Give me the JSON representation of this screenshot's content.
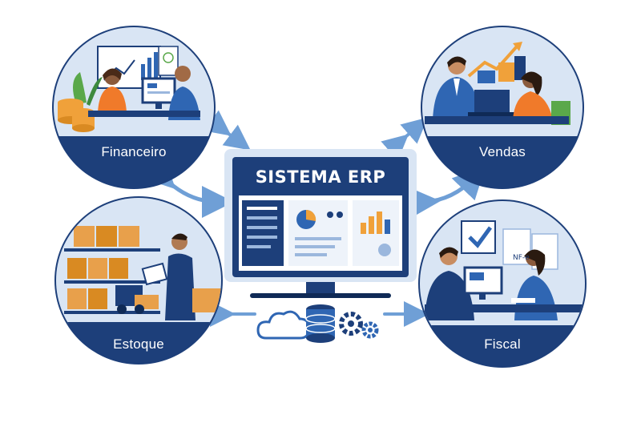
{
  "center": {
    "title": "SISTEMA ERP"
  },
  "modules": {
    "financeiro": {
      "label": "Financeiro"
    },
    "vendas": {
      "label": "Vendas"
    },
    "estoque": {
      "label": "Estoque"
    },
    "fiscal": {
      "label": "Fiscal"
    }
  },
  "fiscal_document": {
    "label": "NF-e"
  },
  "colors": {
    "navy": "#1d3f7a",
    "circle_bg": "#d9e5f4",
    "arrow": "#6f9fd6",
    "accent_orange": "#f0a13a",
    "accent_green": "#5aa84a"
  }
}
